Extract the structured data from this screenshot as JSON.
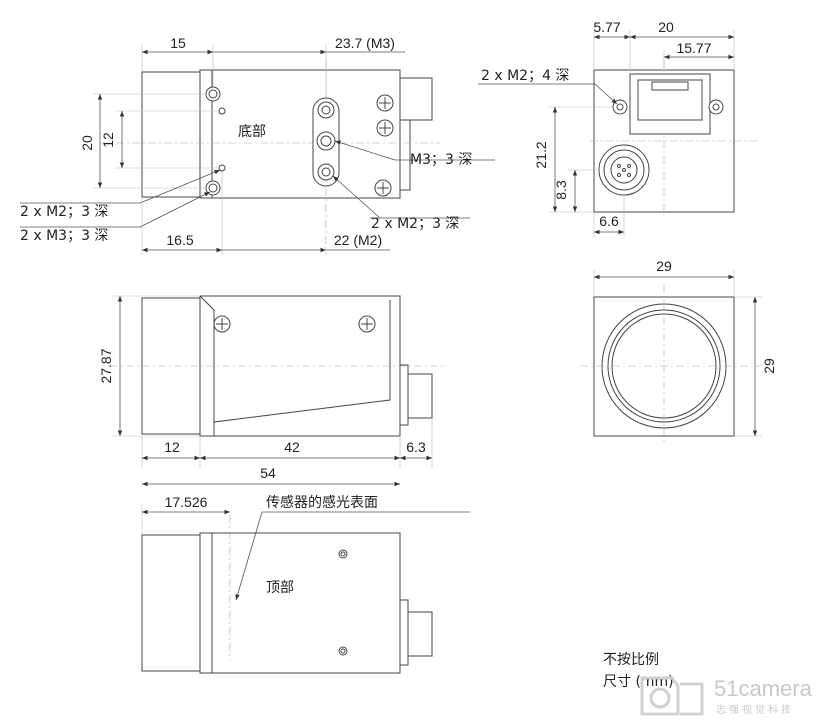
{
  "top_view": {
    "dim_15": "15",
    "dim_23_7": "23.7 (M3)",
    "dim_20": "20",
    "dim_12": "12",
    "dim_16_5": "16.5",
    "dim_22": "22 (M2)",
    "label_bottom": "底部",
    "note_m3_3": "M3；3 深",
    "note_2xm2_3_left": "2 x M2；3 深",
    "note_2xm3_3": "2 x M3；3 深",
    "note_2xm2_3_right": "2 x M2；3 深"
  },
  "rear_view": {
    "dim_5_77": "5.77",
    "dim_20": "20",
    "dim_15_77": "15.77",
    "note_2xm2_4": "2 x M2；4 深",
    "dim_21_2": "21.2",
    "dim_8_3": "8.3",
    "dim_6_6": "6.6"
  },
  "side_view": {
    "dim_27_87": "27.87",
    "dim_12": "12",
    "dim_42": "42",
    "dim_6_3": "6.3",
    "dim_54": "54"
  },
  "front_view": {
    "dim_29_w": "29",
    "dim_29_h": "29"
  },
  "top2_view": {
    "dim_17_526": "17.526",
    "note_sensor": "传感器的感光表面",
    "label_top": "顶部"
  },
  "notes": {
    "not_to_scale": "不按比例",
    "units": "尺寸 (mm)"
  },
  "watermark": {
    "brand": "51camera",
    "sub": "志强视觉科技"
  }
}
